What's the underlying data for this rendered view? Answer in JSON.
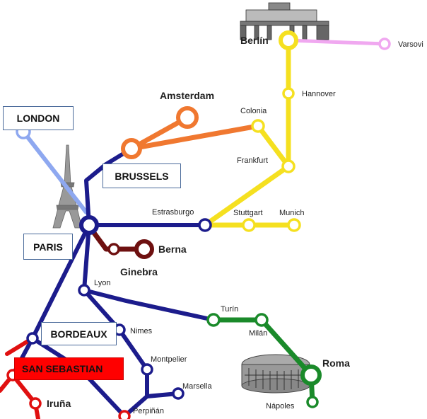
{
  "colors": {
    "london": "#8ea8f0",
    "paris": "#1c1c8c",
    "amsterdam": "#f07830",
    "germany": "#f5e020",
    "varsovia": "#f0a8f0",
    "berna": "#6e1010",
    "italy": "#1a8a2a",
    "spain": "#e01010"
  },
  "stations": {
    "berlin": "Berlín",
    "varsovia": "Varsovi",
    "hannover": "Hannover",
    "colonia": "Colonia",
    "frankfurt": "Frankfurt",
    "amsterdam": "Amsterdam",
    "estrasburgo": "Estrasburgo",
    "stuttgart": "Stuttgart",
    "munich": "Munich",
    "berna": "Berna",
    "ginebra": "Ginebra",
    "lyon": "Lyon",
    "turin": "Turín",
    "milan": "Milán",
    "roma": "Roma",
    "napoles": "Nápoles",
    "nimes": "Nimes",
    "montpelier": "Montpelier",
    "marsella": "Marsella",
    "perpinan": "Perpiñán",
    "iruna": "Iruña"
  },
  "boxes": {
    "london": "LONDON",
    "brussels": "BRUSSELS",
    "paris": "PARIS",
    "bordeaux": "BORDEAUX",
    "san_sebastian": "SAN SEBASTIAN"
  },
  "landmarks": [
    "brandenburg-gate-icon",
    "eiffel-tower-icon",
    "colosseum-icon"
  ]
}
